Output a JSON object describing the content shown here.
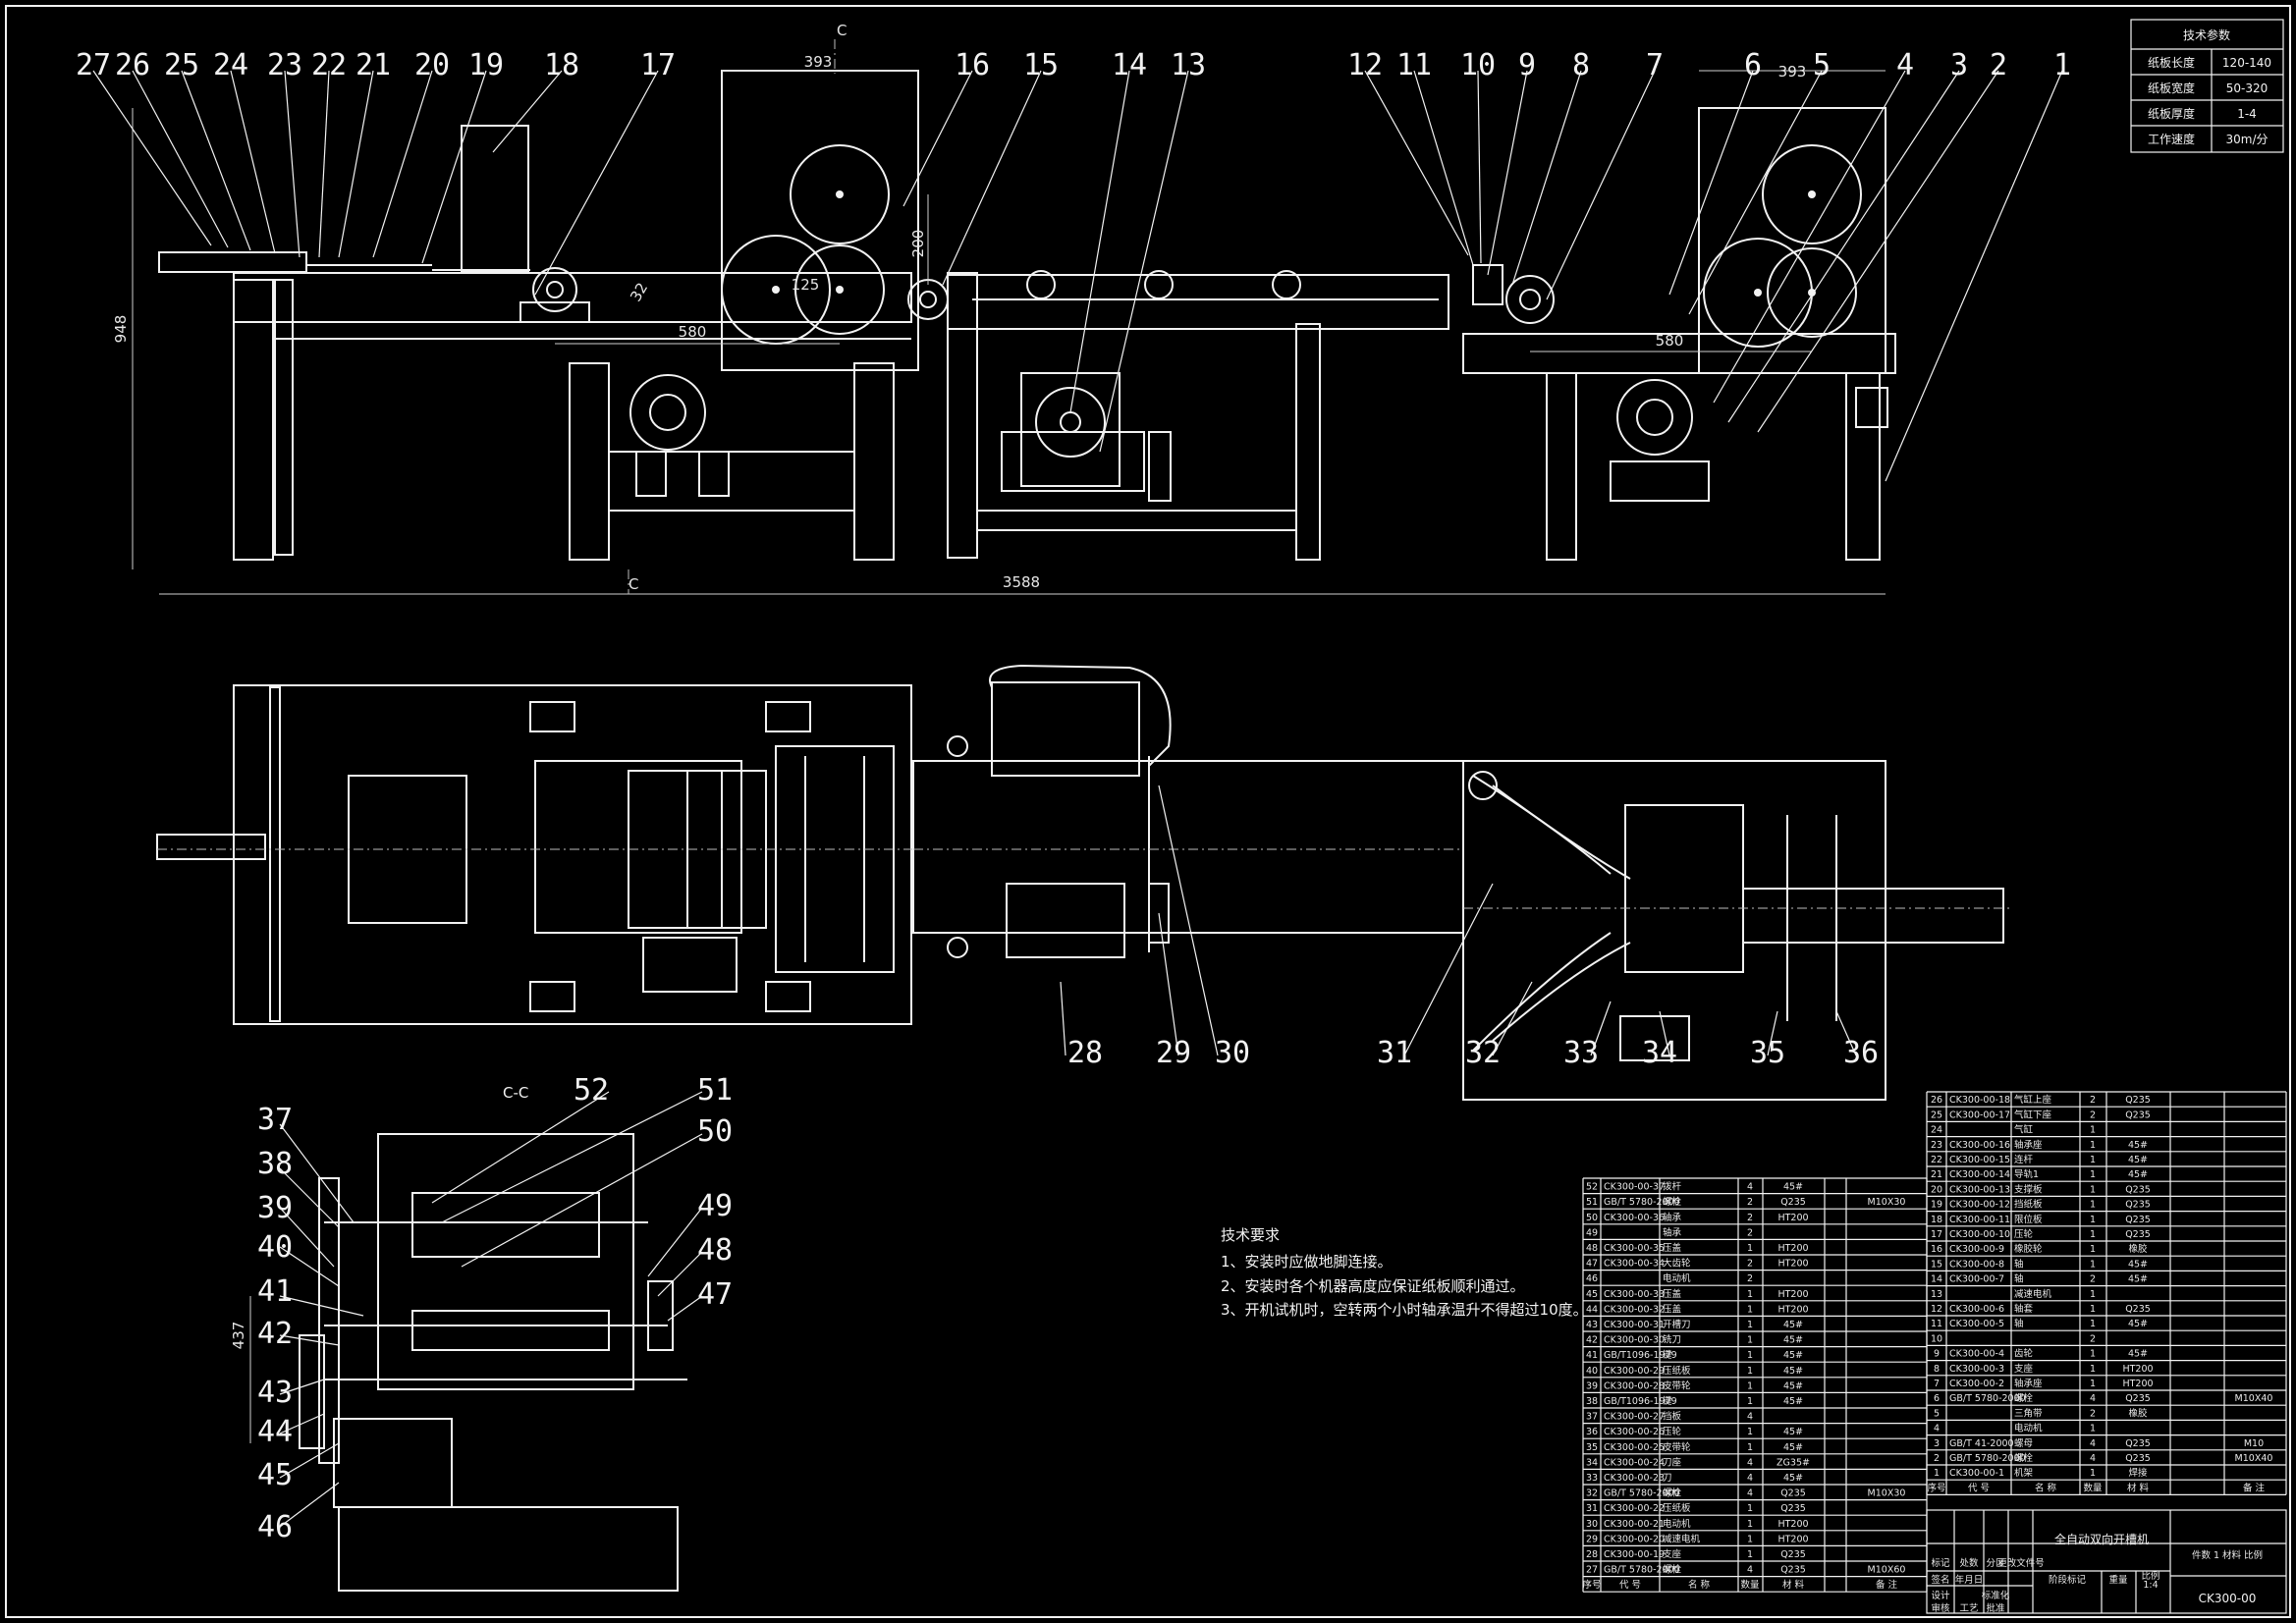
{
  "title_block": {
    "drawing_name": "全自动双向开槽机",
    "drawing_code": "CK300-00",
    "sheet_info": "件数 1 材料 比例",
    "scale": "1:4"
  },
  "tech_params": {
    "header": "技术参数",
    "rows": [
      {
        "label": "纸板长度",
        "value": "120-140"
      },
      {
        "label": "纸板宽度",
        "value": "50-320"
      },
      {
        "label": "纸板厚度",
        "value": "1-4"
      },
      {
        "label": "工作速度",
        "value": "30m/分"
      }
    ]
  },
  "tech_requirements": {
    "title": "技术要求",
    "items": [
      "1、安装时应做地脚连接。",
      "2、安装时各个机器高度应保证纸板顺利通过。",
      "3、开机试机时，空转两个小时轴承温升不得超过10度。"
    ]
  },
  "section_label": "C-C",
  "section_marks": [
    "C",
    "C"
  ],
  "dimensions": {
    "d393a": "393",
    "d393b": "393",
    "d3588": "3588",
    "d948": "948",
    "d200": "200",
    "d125": "125",
    "d580a": "580",
    "d580b": "580",
    "d32": "32",
    "d437": "437"
  },
  "callouts_top": [
    "27",
    "26",
    "25",
    "24",
    "23",
    "22",
    "21",
    "20",
    "19",
    "18",
    "17",
    "16",
    "15",
    "14",
    "13",
    "12",
    "11",
    "10",
    "9",
    "8",
    "7",
    "6",
    "5",
    "4",
    "3",
    "2",
    "1"
  ],
  "callouts_plan": [
    "28",
    "29",
    "30",
    "31",
    "32",
    "33",
    "34",
    "35",
    "36"
  ],
  "callouts_section_left": [
    "37",
    "38",
    "39",
    "40",
    "41",
    "42",
    "43",
    "44",
    "45",
    "46"
  ],
  "callouts_section_right": [
    "52",
    "51",
    "50",
    "49",
    "48",
    "47"
  ],
  "bom_right": {
    "rows": [
      [
        "26",
        "CK300-00-18",
        "气缸上座",
        "2",
        "Q235",
        ""
      ],
      [
        "25",
        "CK300-00-17",
        "气缸下座",
        "2",
        "Q235",
        ""
      ],
      [
        "24",
        "",
        "气缸",
        "1",
        "",
        ""
      ],
      [
        "23",
        "CK300-00-16",
        "轴承座",
        "1",
        "45#",
        ""
      ],
      [
        "22",
        "CK300-00-15",
        "连杆",
        "1",
        "45#",
        ""
      ],
      [
        "21",
        "CK300-00-14",
        "导轨1",
        "1",
        "45#",
        ""
      ],
      [
        "20",
        "CK300-00-13",
        "支撑板",
        "1",
        "Q235",
        ""
      ],
      [
        "19",
        "CK300-00-12",
        "挡纸板",
        "1",
        "Q235",
        ""
      ],
      [
        "18",
        "CK300-00-11",
        "限位板",
        "1",
        "Q235",
        ""
      ],
      [
        "17",
        "CK300-00-10",
        "压轮",
        "1",
        "Q235",
        ""
      ],
      [
        "16",
        "CK300-00-9",
        "橡胶轮",
        "1",
        "橡胶",
        ""
      ],
      [
        "15",
        "CK300-00-8",
        "轴",
        "1",
        "45#",
        ""
      ],
      [
        "14",
        "CK300-00-7",
        "轴",
        "2",
        "45#",
        ""
      ],
      [
        "13",
        "",
        "减速电机",
        "1",
        "",
        ""
      ],
      [
        "12",
        "CK300-00-6",
        "轴套",
        "1",
        "Q235",
        ""
      ],
      [
        "11",
        "CK300-00-5",
        "轴",
        "1",
        "45#",
        ""
      ],
      [
        "10",
        "",
        "",
        "2",
        "",
        ""
      ],
      [
        "9",
        "CK300-00-4",
        "齿轮",
        "1",
        "45#",
        ""
      ],
      [
        "8",
        "CK300-00-3",
        "支座",
        "1",
        "HT200",
        ""
      ],
      [
        "7",
        "CK300-00-2",
        "轴承座",
        "1",
        "HT200",
        ""
      ],
      [
        "6",
        "GB/T 5780-2000",
        "螺栓",
        "4",
        "Q235",
        "M10X40"
      ],
      [
        "5",
        "",
        "三角带",
        "2",
        "橡胶",
        ""
      ],
      [
        "4",
        "",
        "电动机",
        "1",
        "",
        ""
      ],
      [
        "3",
        "GB/T 41-2000",
        "螺母",
        "4",
        "Q235",
        "M10"
      ],
      [
        "2",
        "GB/T 5780-2000",
        "螺栓",
        "4",
        "Q235",
        "M10X40"
      ],
      [
        "1",
        "CK300-00-1",
        "机架",
        "1",
        "焊接",
        ""
      ]
    ],
    "header": [
      "序号",
      "代 号",
      "名 称",
      "数量",
      "材 料",
      "备 注"
    ]
  },
  "bom_left": {
    "rows": [
      [
        "52",
        "CK300-00-37",
        "拨杆",
        "4",
        "45#",
        ""
      ],
      [
        "51",
        "GB/T 5780-2000",
        "螺栓",
        "2",
        "Q235",
        "M10X30"
      ],
      [
        "50",
        "CK300-00-36",
        "轴承",
        "2",
        "HT200",
        ""
      ],
      [
        "49",
        "",
        "轴承",
        "2",
        "",
        ""
      ],
      [
        "48",
        "CK300-00-35",
        "压盖",
        "1",
        "HT200",
        ""
      ],
      [
        "47",
        "CK300-00-34",
        "大齿轮",
        "2",
        "HT200",
        ""
      ],
      [
        "46",
        "",
        "电动机",
        "2",
        "",
        ""
      ],
      [
        "45",
        "CK300-00-33",
        "压盖",
        "1",
        "HT200",
        ""
      ],
      [
        "44",
        "CK300-00-32",
        "压盖",
        "1",
        "HT200",
        ""
      ],
      [
        "43",
        "CK300-00-31",
        "开槽刀",
        "1",
        "45#",
        ""
      ],
      [
        "42",
        "CK300-00-30",
        "铣刀",
        "1",
        "45#",
        ""
      ],
      [
        "41",
        "GB/T1096-1979",
        "键",
        "1",
        "45#",
        ""
      ],
      [
        "40",
        "CK300-00-29",
        "压纸板",
        "1",
        "45#",
        ""
      ],
      [
        "39",
        "CK300-00-28",
        "皮带轮",
        "1",
        "45#",
        ""
      ],
      [
        "38",
        "GB/T1096-1979",
        "键",
        "1",
        "45#",
        ""
      ],
      [
        "37",
        "CK300-00-27",
        "挡板",
        "4",
        "",
        ""
      ],
      [
        "36",
        "CK300-00-26",
        "压轮",
        "1",
        "45#",
        ""
      ],
      [
        "35",
        "CK300-00-25",
        "皮带轮",
        "1",
        "45#",
        ""
      ],
      [
        "34",
        "CK300-00-24",
        "刀座",
        "4",
        "ZG35#",
        ""
      ],
      [
        "33",
        "CK300-00-23",
        "刀",
        "4",
        "45#",
        ""
      ],
      [
        "32",
        "GB/T 5780-2000",
        "螺栓",
        "4",
        "Q235",
        "M10X30"
      ],
      [
        "31",
        "CK300-00-22",
        "压纸板",
        "1",
        "Q235",
        ""
      ],
      [
        "30",
        "CK300-00-21",
        "电动机",
        "1",
        "HT200",
        ""
      ],
      [
        "29",
        "CK300-00-20",
        "减速电机",
        "1",
        "HT200",
        ""
      ],
      [
        "28",
        "CK300-00-19",
        "支座",
        "1",
        "Q235",
        ""
      ],
      [
        "27",
        "GB/T 5780-2000",
        "螺栓",
        "4",
        "Q235",
        "M10X60"
      ]
    ],
    "header": [
      "序号",
      "代 号",
      "名 称",
      "数量",
      "材 料",
      "",
      "备 注"
    ]
  },
  "title_small_labels": [
    "标记",
    "处数",
    "分区",
    "更改文件号",
    "签名",
    "年月日",
    "设计",
    "标准化",
    "审核",
    "工艺",
    "批准",
    "阶段标记",
    "重量",
    "比例"
  ]
}
